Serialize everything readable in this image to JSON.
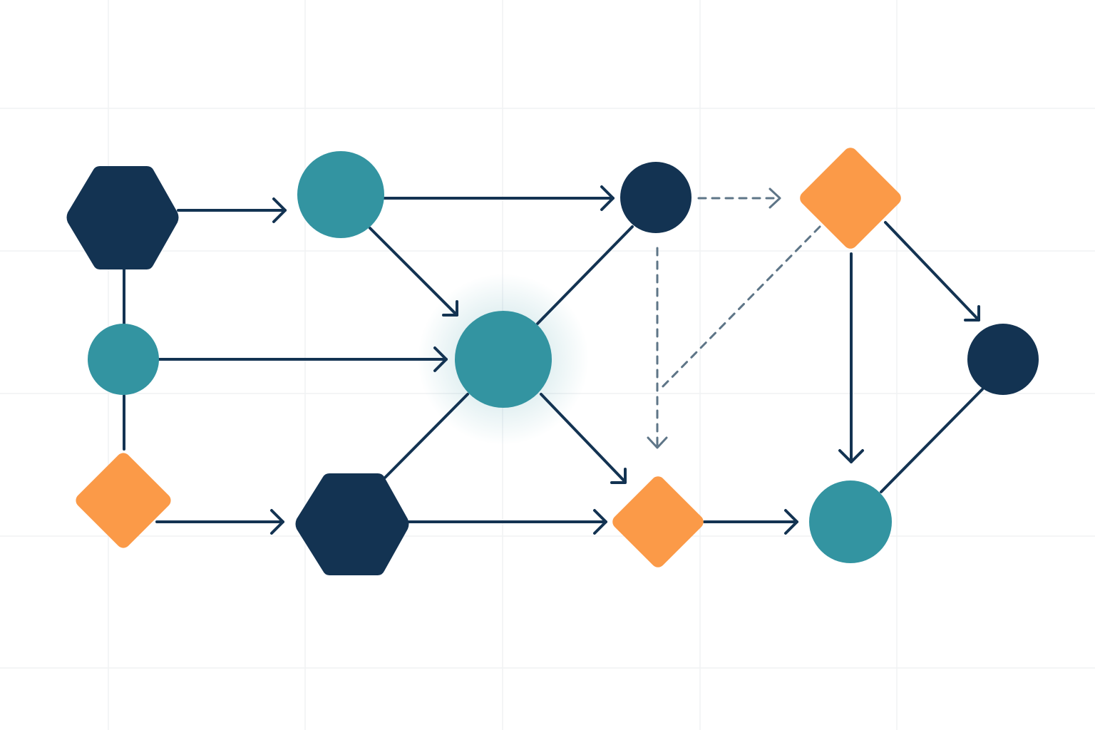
{
  "colors": {
    "background": "#ffffff",
    "grid": "#f0f2f4",
    "navy": "#133352",
    "teal": "#3394a1",
    "orange": "#fb9a48",
    "dashed": "#5e7587",
    "glow": "#3394a1"
  },
  "nodes": [
    {
      "id": "n1",
      "shape": "hexagon",
      "color": "navy"
    },
    {
      "id": "n2",
      "shape": "circle",
      "color": "teal"
    },
    {
      "id": "n3",
      "shape": "diamond",
      "color": "orange"
    },
    {
      "id": "n4",
      "shape": "circle",
      "color": "teal"
    },
    {
      "id": "n5",
      "shape": "hexagon",
      "color": "navy"
    },
    {
      "id": "n6",
      "shape": "circle",
      "color": "teal",
      "highlighted": true
    },
    {
      "id": "n7",
      "shape": "circle",
      "color": "navy"
    },
    {
      "id": "n8",
      "shape": "diamond",
      "color": "orange"
    },
    {
      "id": "n9",
      "shape": "diamond",
      "color": "orange"
    },
    {
      "id": "n10",
      "shape": "circle",
      "color": "teal"
    },
    {
      "id": "n11",
      "shape": "circle",
      "color": "navy"
    }
  ],
  "edges": [
    {
      "from": "n1",
      "to": "n4",
      "style": "solid",
      "arrow": false
    },
    {
      "from": "n4",
      "to": "n3",
      "style": "solid",
      "arrow": false
    },
    {
      "from": "n1",
      "to": "n2",
      "style": "solid",
      "arrow": true
    },
    {
      "from": "n4",
      "to": "n6",
      "style": "solid",
      "arrow": true
    },
    {
      "from": "n3",
      "to": "n5",
      "style": "solid",
      "arrow": true
    },
    {
      "from": "n2",
      "to": "n7",
      "style": "solid",
      "arrow": true
    },
    {
      "from": "n2",
      "to": "n6",
      "style": "solid",
      "arrow": true
    },
    {
      "from": "n6",
      "to": "n7",
      "style": "solid",
      "arrow": false
    },
    {
      "from": "n5",
      "to": "n6",
      "style": "solid",
      "arrow": false
    },
    {
      "from": "n6",
      "to": "n8",
      "style": "solid",
      "arrow": true
    },
    {
      "from": "n5",
      "to": "n8",
      "style": "solid",
      "arrow": true
    },
    {
      "from": "n7",
      "to": "n9",
      "style": "dashed",
      "arrow": true
    },
    {
      "from": "n7",
      "to": "n8",
      "style": "dashed",
      "arrow": true
    },
    {
      "from": "n9",
      "to": "dashed-junction",
      "style": "dashed",
      "arrow": false
    },
    {
      "from": "n8",
      "to": "n10",
      "style": "solid",
      "arrow": true
    },
    {
      "from": "n9",
      "to": "n10",
      "style": "solid",
      "arrow": true
    },
    {
      "from": "n9",
      "to": "n11",
      "style": "solid",
      "arrow": true
    },
    {
      "from": "n10",
      "to": "n11",
      "style": "solid",
      "arrow": false
    }
  ]
}
